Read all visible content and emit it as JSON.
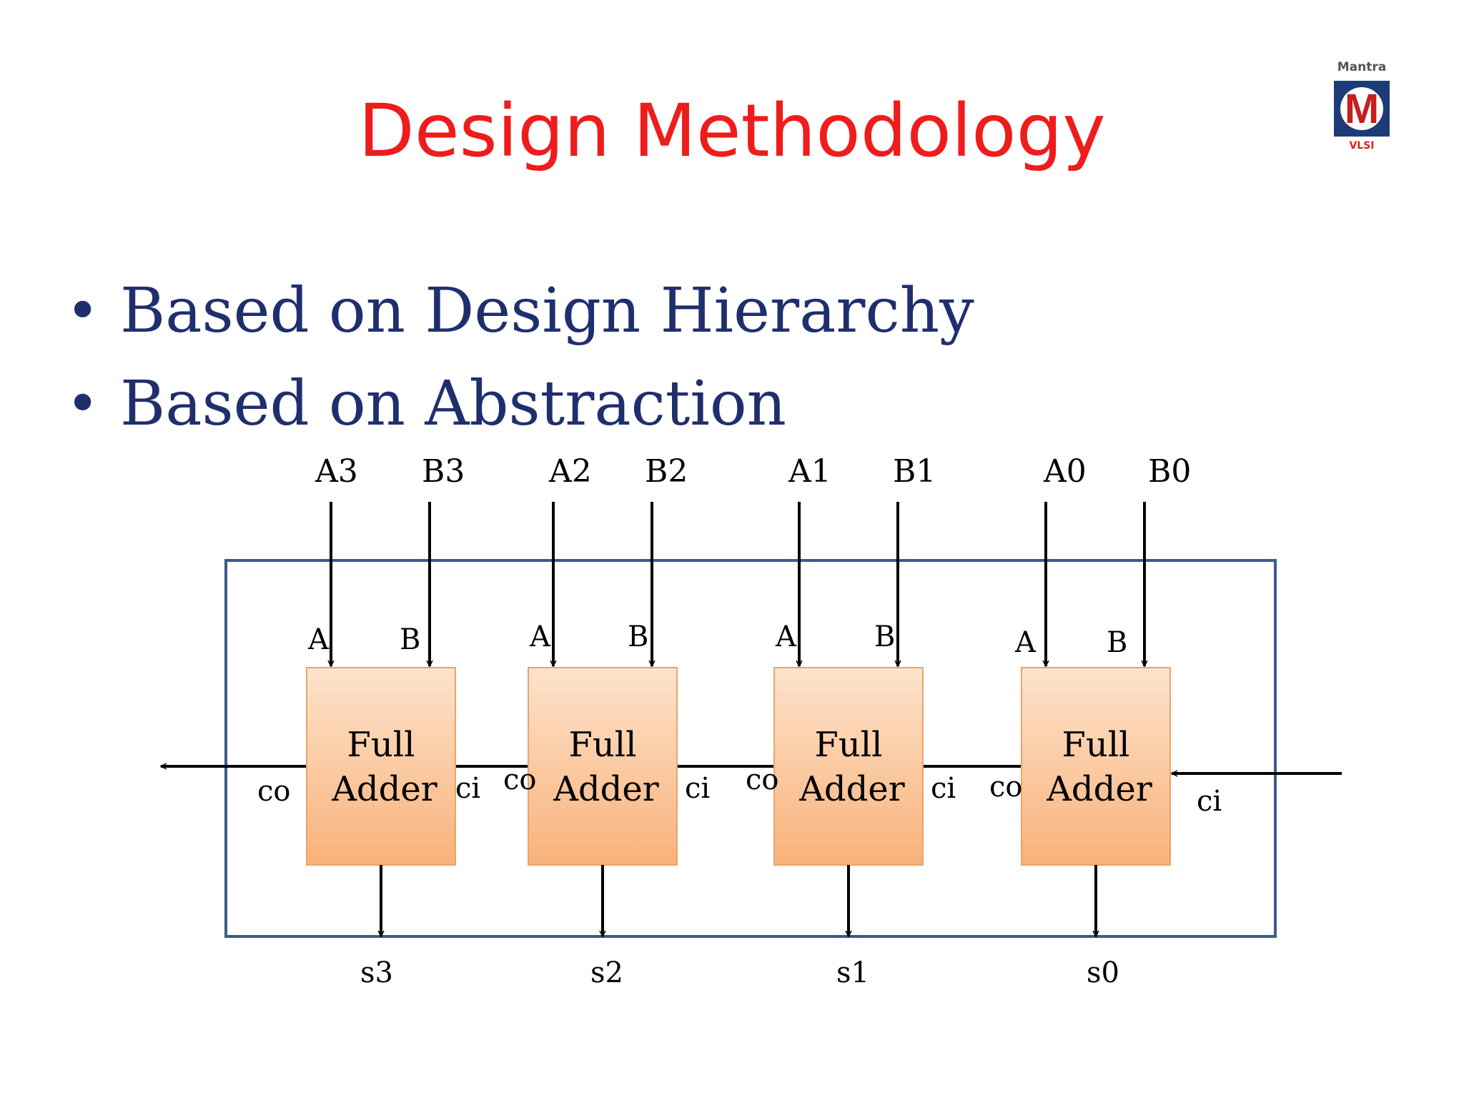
{
  "title": "Design Methodology",
  "logo": {
    "brand": "Mantra",
    "letter": "M",
    "sub": "VLSI"
  },
  "bullets": [
    "Based on Design Hierarchy",
    "Based on Abstraction"
  ],
  "diagram": {
    "block_line1": "Full",
    "block_line2": "Adder",
    "cells": [
      {
        "a_top": "A3",
        "b_top": "B3",
        "a_pin": "A",
        "b_pin": "B",
        "co": "co",
        "ci": "ci",
        "sum": "s3"
      },
      {
        "a_top": "A2",
        "b_top": "B2",
        "a_pin": "A",
        "b_pin": "B",
        "co": "co",
        "ci": "ci",
        "sum": "s2"
      },
      {
        "a_top": "A1",
        "b_top": "B1",
        "a_pin": "A",
        "b_pin": "B",
        "co": "co",
        "ci": "ci",
        "sum": "s1"
      },
      {
        "a_top": "A0",
        "b_top": "B0",
        "a_pin": "A",
        "b_pin": "B",
        "co": "co",
        "ci": "ci",
        "sum": "s0"
      }
    ]
  },
  "colors": {
    "title": "#ef1c1c",
    "text": "#1f2f6e",
    "border": "#3b5b8a",
    "block_top": "#fde3cc",
    "block_bottom": "#f9b27a"
  }
}
